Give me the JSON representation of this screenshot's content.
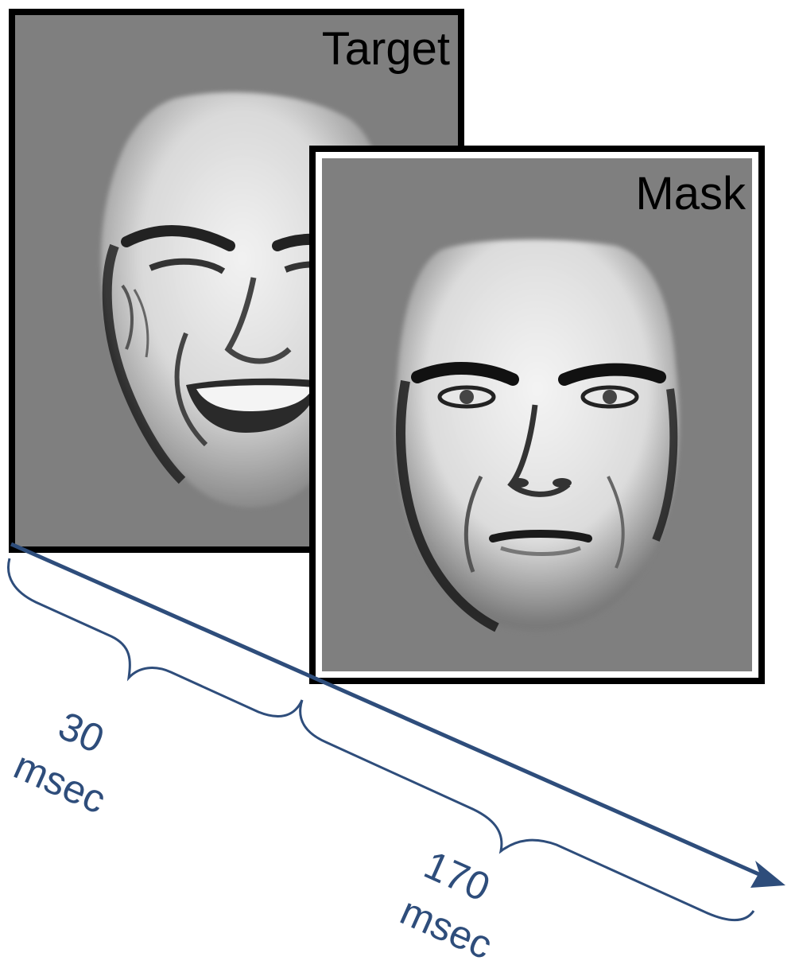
{
  "panels": {
    "target": {
      "label": "Target"
    },
    "mask": {
      "label": "Mask"
    }
  },
  "durations": {
    "first": {
      "value": "30",
      "unit": "msec"
    },
    "second": {
      "value": "170",
      "unit": "msec"
    }
  },
  "colors": {
    "panel_background": "#7f7f7f",
    "timeline": "#2e4d7b",
    "frame": "#000000"
  }
}
